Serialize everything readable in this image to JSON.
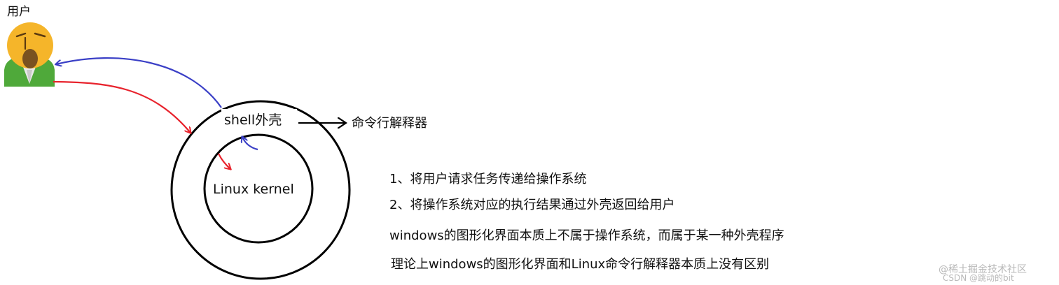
{
  "user_label": "用户",
  "shell_label": "shell外壳",
  "kernel_label": "Linux kernel",
  "interpreter_label": "命令行解释器",
  "notes": [
    "1、将用户请求任务传递给操作系统",
    "2、将操作系统对应的执行结果通过外壳返回给用户",
    "windows的图形化界面本质上不属于操作系统，而属于某一种外壳程序",
    "理论上windows的图形化界面和Linux命令行解释器本质上没有区别"
  ],
  "watermark": "@稀土掘金技术社区",
  "watermark2": "CSDN @跳动的bit",
  "colors": {
    "request_arrow": "#e8232d",
    "response_arrow": "#3a3fc6",
    "outline": "#000000"
  },
  "icons": {
    "user": "user-avatar-emoji"
  }
}
